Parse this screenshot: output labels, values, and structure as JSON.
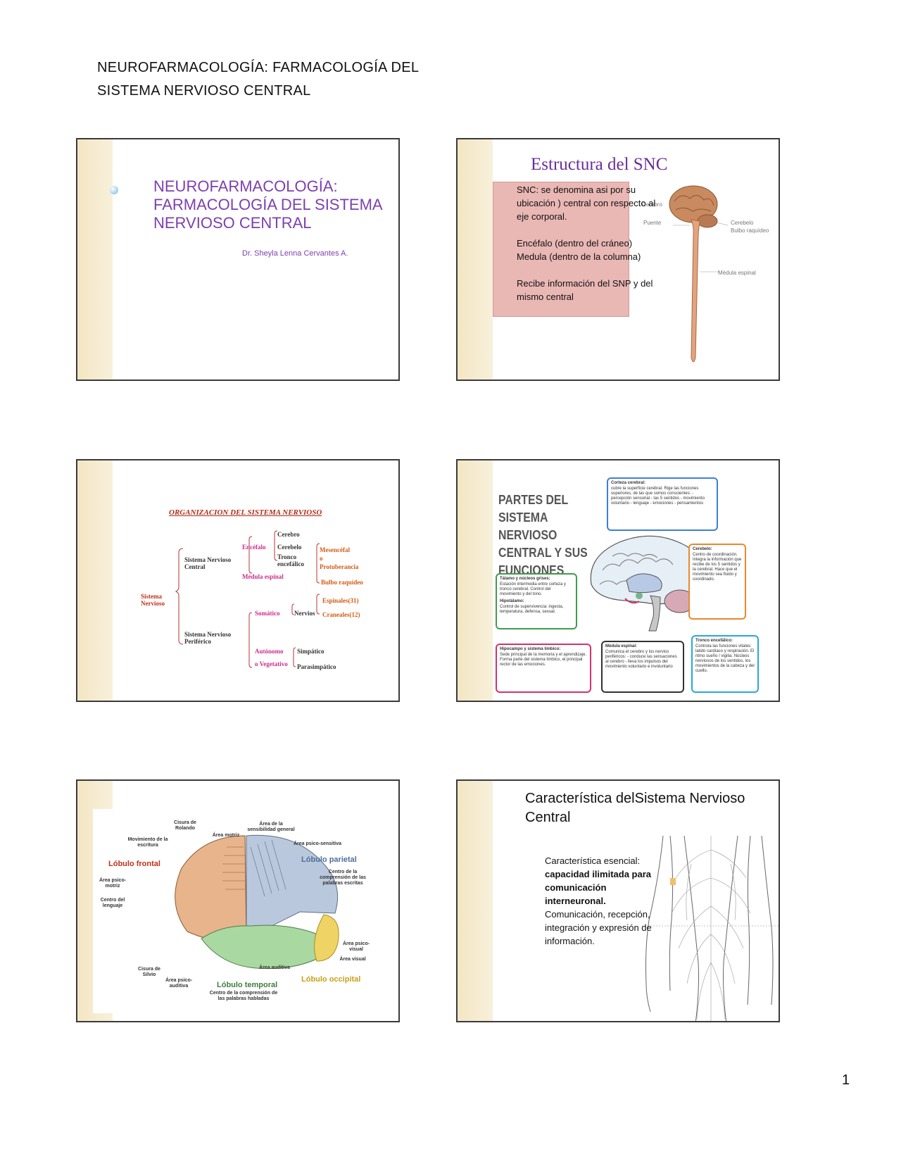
{
  "header": {
    "line1": "NEUROFARMACOLOGÍA:  FARMACOLOGÍA  DEL",
    "line2": "SISTEMA NERVIOSO CENTRAL"
  },
  "page_number": "1",
  "slide1": {
    "title_line1": "NEUROFARMACOLOGÍA:",
    "title_line2": "FARMACOLOGÍA DEL SISTEMA",
    "title_line3": "NERVIOSO CENTRAL",
    "author": "Dr. Sheyla Lenna Cervantes A."
  },
  "slide2": {
    "title": "Estructura del SNC",
    "p1": "SNC: se denomina asi por su ubicación ) central con respecto al eje corporal.",
    "p2": "Encéfalo (dentro del cráneo) Medula (dentro de la columna)",
    "p3": "Recibe información del SNP y del mismo central",
    "labels": {
      "cerebro": "Cerebro",
      "puente": "Puente",
      "cerebelo": "Cerebelo",
      "bulbo": "Bulbo raquídeo",
      "medula": "Médula espinal"
    }
  },
  "slide3": {
    "title": "ORGANIZACION DEL SISTEMA NERVIOSO",
    "sistema_nervioso": "Sistema Nervioso",
    "snc": "Sistema Nervioso Central",
    "snp": "Sistema Nervioso Periférico",
    "encefalo": "Encéfalo",
    "medula_espinal": "Médula espinal",
    "cerebro": "Cerebro",
    "cerebelo": "Cerebelo",
    "tronco": "Tronco encefálico",
    "mesencefalo": "Mesencéfal",
    "o": "o",
    "protuberancia": "Protuberancia",
    "bulbo": "Bulbo raquídeo",
    "somatico": "Somático",
    "nervios": "Nervios",
    "espinales": "Espinales(31)",
    "craneales": "Craneales(12)",
    "autonomo": "Autónomo",
    "vegetativo": "o Vegetativo",
    "simpatico": "Simpático",
    "parasimpatico": "Parasimpático"
  },
  "slide4": {
    "title": "PARTES DEL SISTEMA NERVIOSO CENTRAL Y SUS FUNCIONES",
    "corteza": {
      "head": "Corteza cerebral:",
      "body": "cubre la superficie cerebral. Rige las funciones superiores, de las que somos conscientes: - percepción sensorial - las 5 sentidos - movimiento voluntario - lenguaje - emociones - pensamientos"
    },
    "cerebelo": {
      "head": "Cerebelo:",
      "body": "Centro de coordinación. Integra la información que recibe de los 5 sentidos y la cerebral. Hace que el movimiento sea fluido y coordinado."
    },
    "talamo": {
      "head": "Tálamo y núcleos grises:",
      "body": "Estación intermedia entre corteza y tronco cerebral. Control del movimiento y del tono.",
      "head2": "Hipotálamo:",
      "body2": "Control de supervivencia: ingesta, temperatura, defensa, sexual."
    },
    "hipocampo": {
      "head": "Hipocampo y sistema límbico:",
      "body": "Sede principal de la memoria y el aprendizaje. Forma parte del sistema límbico, el principal rector de las emociones."
    },
    "medula": {
      "head": "Médula espinal:",
      "body": "Comunica el cerebro y los nervios periféricos: - conduce las sensaciones al cerebro - lleva los impulsos del movimiento voluntario e involuntario"
    },
    "tronco": {
      "head": "Tronco encefálico:",
      "body": "Controla las funciones vitales: latido cardíaco y respiración. El ritmo sueño / vigilia. Núcleos nerviosos de los sentidos, los movimientos de la cabeza y del cuello."
    },
    "colors": {
      "corteza": "#3c7fd6",
      "cerebelo": "#e8892e",
      "talamo": "#3f9c4f",
      "hipocampo": "#d6316d",
      "medula": "#333333",
      "tronco": "#2aa8d8"
    }
  },
  "slide5": {
    "lobulo_frontal": "Lóbulo frontal",
    "lobulo_parietal": "Lóbulo parietal",
    "lobulo_temporal": "Lóbulo temporal",
    "lobulo_occipital": "Lóbulo occipital",
    "cisura_rolando": "Cisura de Rolando",
    "area_motriz": "Área motriz",
    "area_sensibilidad": "Área de la sensibilidad general",
    "area_psico_sensitiva": "Área psico-sensitiva",
    "movimiento_escritura": "Movimiento de la escritura",
    "area_psico_motriz": "Área psico-motriz",
    "centro_lenguaje": "Centro del lenguaje",
    "centro_palabras_escritas": "Centro de la comprensión de las palabras escritas",
    "area_psico_visual": "Área psico-visual",
    "area_visual": "Área visual",
    "area_auditiva": "Área auditiva",
    "cisura_silvio": "Cisura de Silvio",
    "area_psico_auditiva": "Área psico-auditiva",
    "centro_palabras_habladas": "Centro de la comprensión de las palabras habladas"
  },
  "slide6": {
    "title": "Característica  delSistema  Nervioso Central",
    "intro": "Característica esencial:",
    "bold": "capacidad ilimitada para comunicación interneuronal.",
    "rest": "Comunicación, recepción, integración y expresión de información."
  }
}
